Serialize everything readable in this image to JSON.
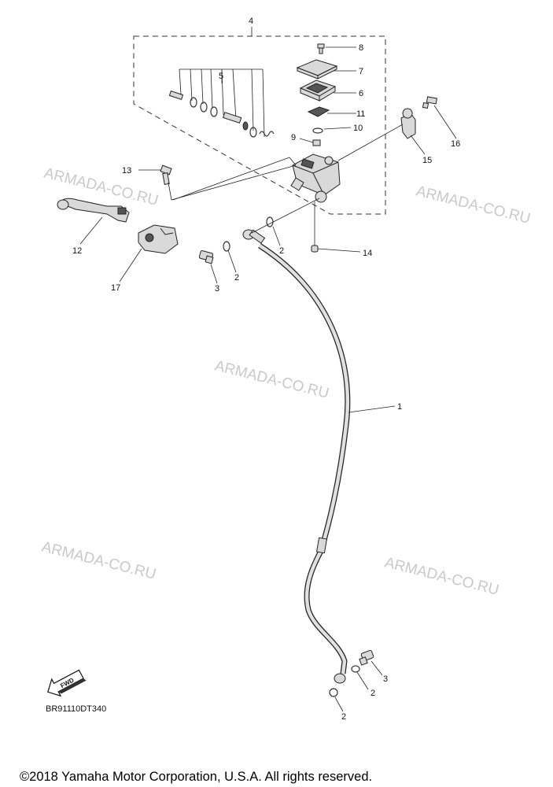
{
  "watermarks": [
    "ARMADA-CO.RU",
    "ARMADA-CO.RU",
    "ARMADA-CO.RU",
    "ARMADA-CO.RU",
    "ARMADA-CO.RU"
  ],
  "callouts": {
    "n1": "1",
    "n2a": "2",
    "n2b": "2",
    "n2c": "2",
    "n2d": "2",
    "n3a": "3",
    "n3b": "3",
    "n4": "4",
    "n5": "5",
    "n6": "6",
    "n7": "7",
    "n8": "8",
    "n9": "9",
    "n10": "10",
    "n11": "11",
    "n12": "12",
    "n13": "13",
    "n14": "14",
    "n15": "15",
    "n16": "16",
    "n17": "17"
  },
  "fwd_label": "FWD",
  "diagram_code": "BR91110DT340",
  "copyright": "©2018 Yamaha Motor Corporation, U.S.A. All rights reserved."
}
